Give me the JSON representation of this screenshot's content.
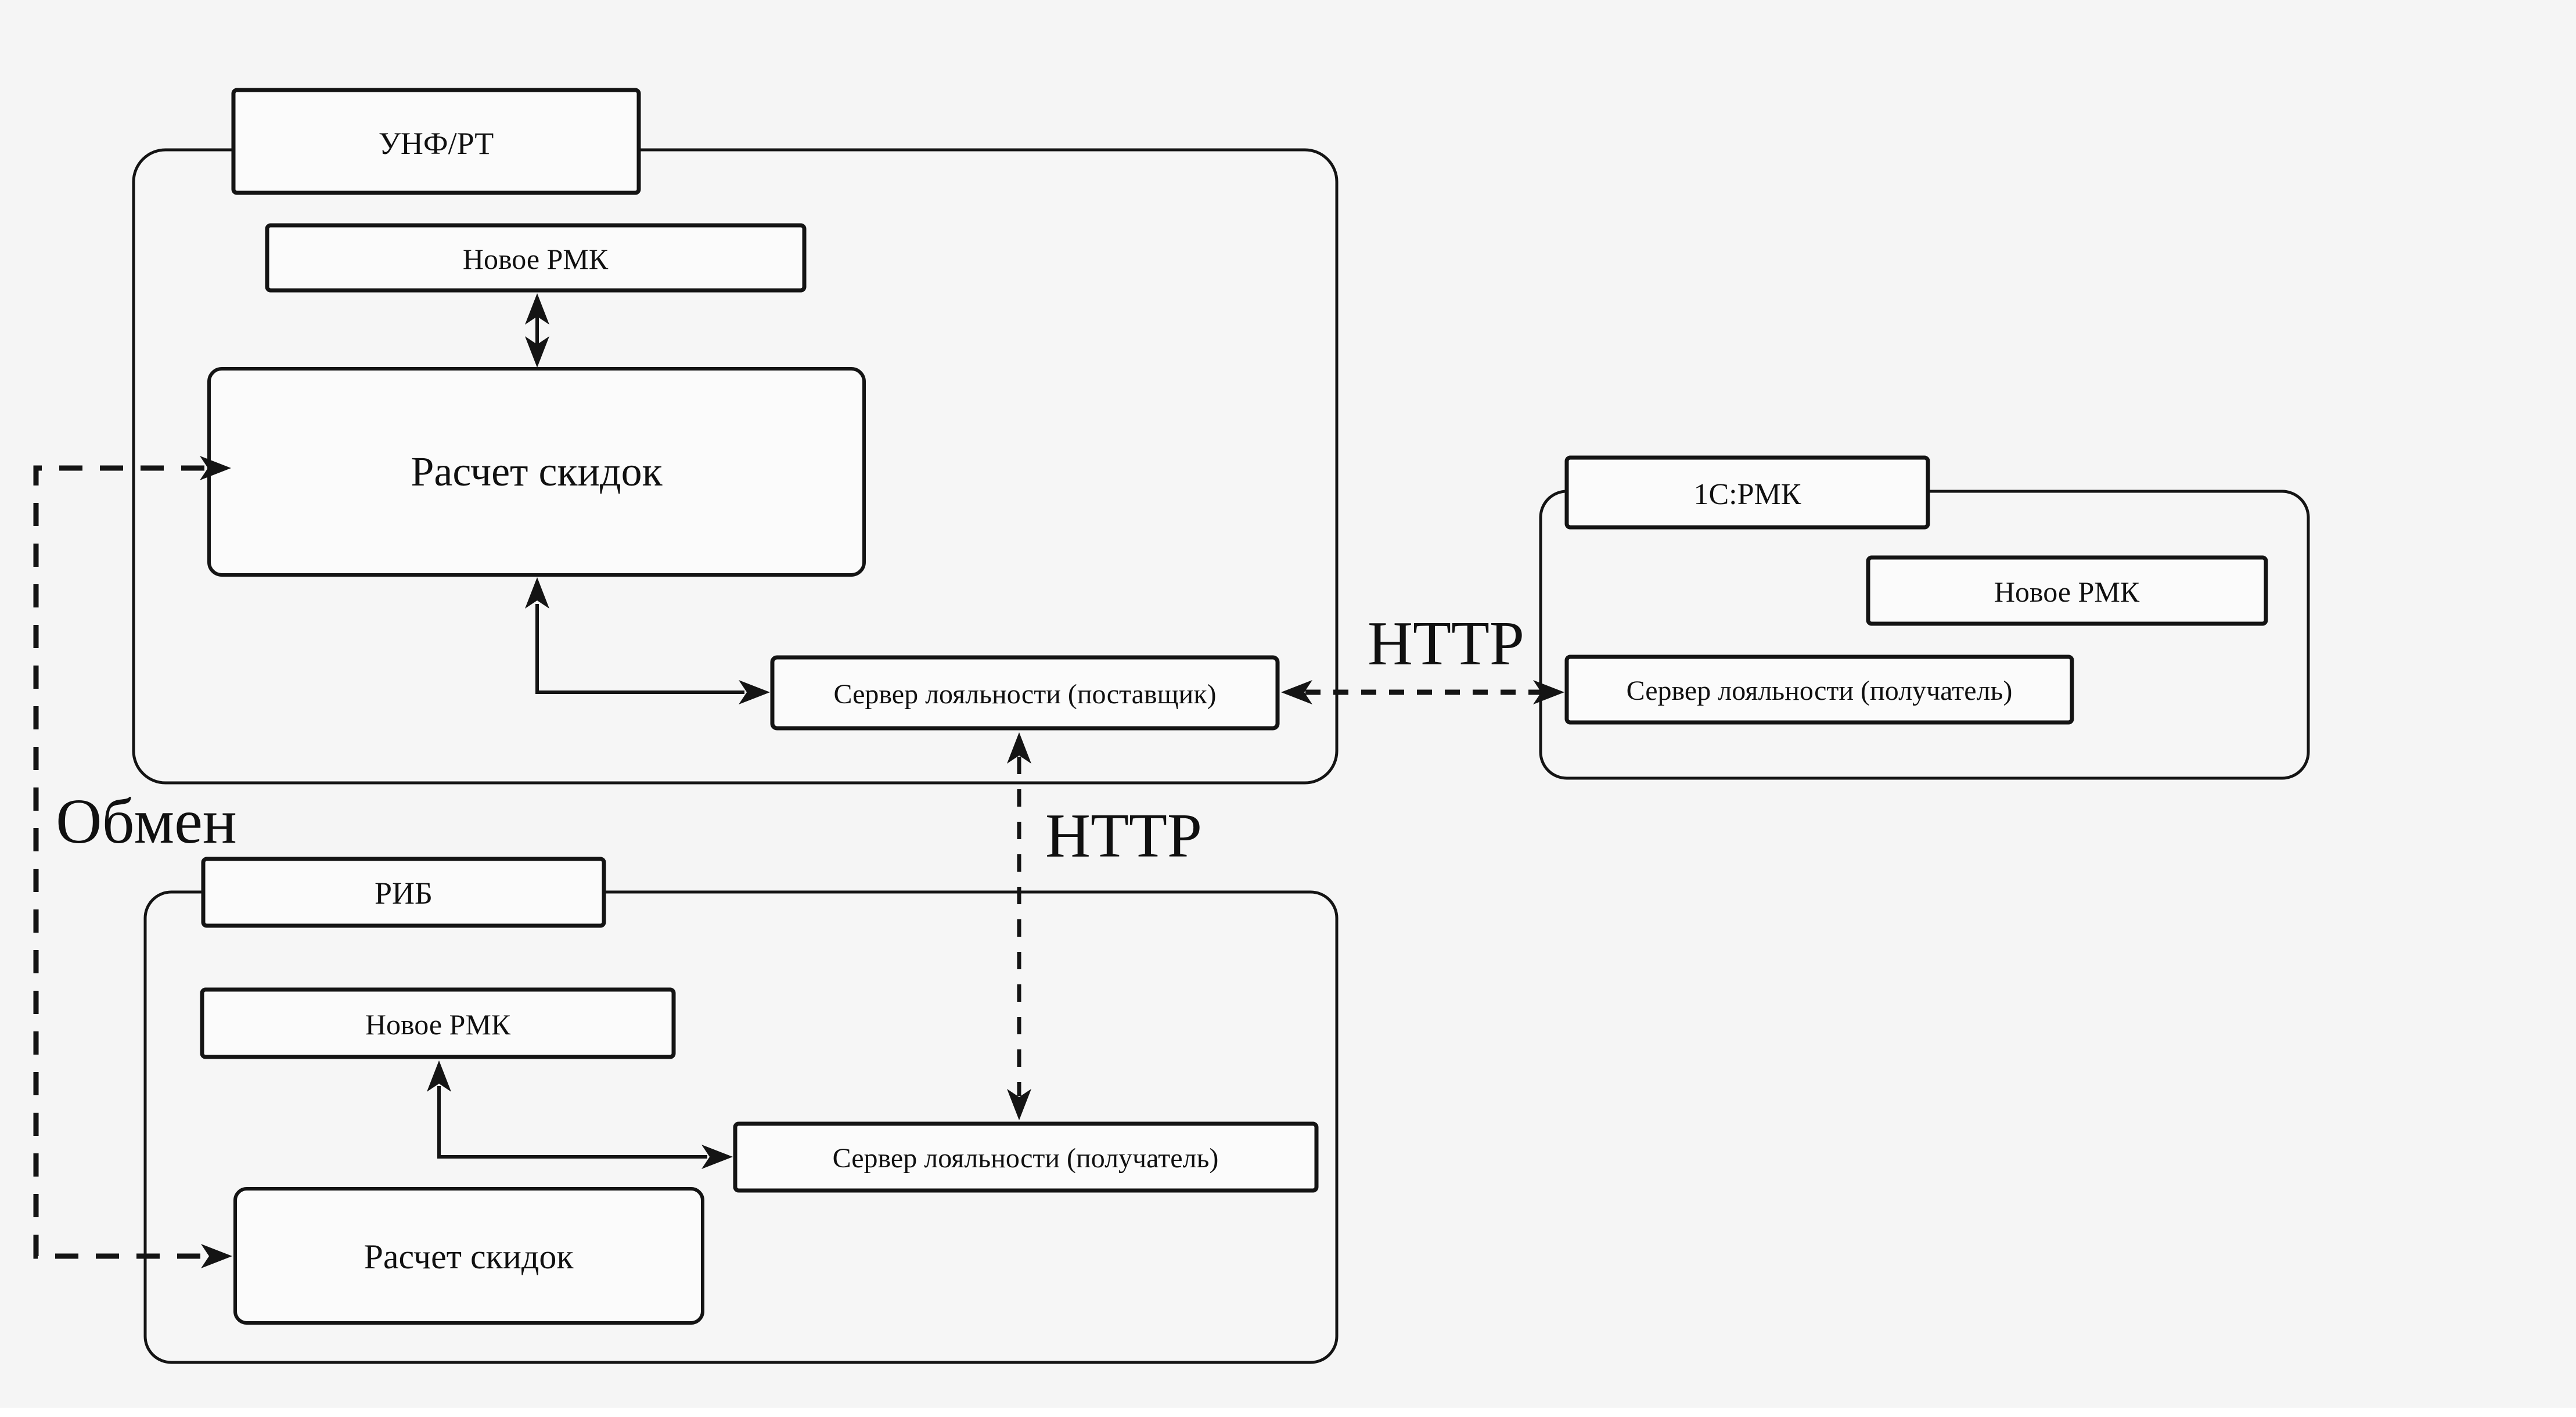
{
  "diagram": {
    "background_color": "#f5f5f5",
    "line_color": "#141414",
    "box_fill_color": "#fbfbfb",
    "groups": {
      "unf": {
        "label": "УНФ/РТ"
      },
      "onec": {
        "label": "1С:РМК"
      },
      "rib": {
        "label": "РИБ"
      }
    },
    "nodes": {
      "unf_new_rmk": "Новое РМК",
      "unf_discount_calc": "Расчет скидок",
      "unf_loyalty_server": "Сервер лояльности (поставщик)",
      "onec_new_rmk": "Новое РМК",
      "onec_loyalty_server": "Сервер лояльности (получатель)",
      "rib_new_rmk": "Новое РМК",
      "rib_loyalty_server": "Сервер лояльности (получатель)",
      "rib_discount_calc": "Расчет скидок"
    },
    "edge_labels": {
      "http_between_servers": "HTTP",
      "http_vertical": "HTTP",
      "exchange": "Обмен"
    }
  }
}
